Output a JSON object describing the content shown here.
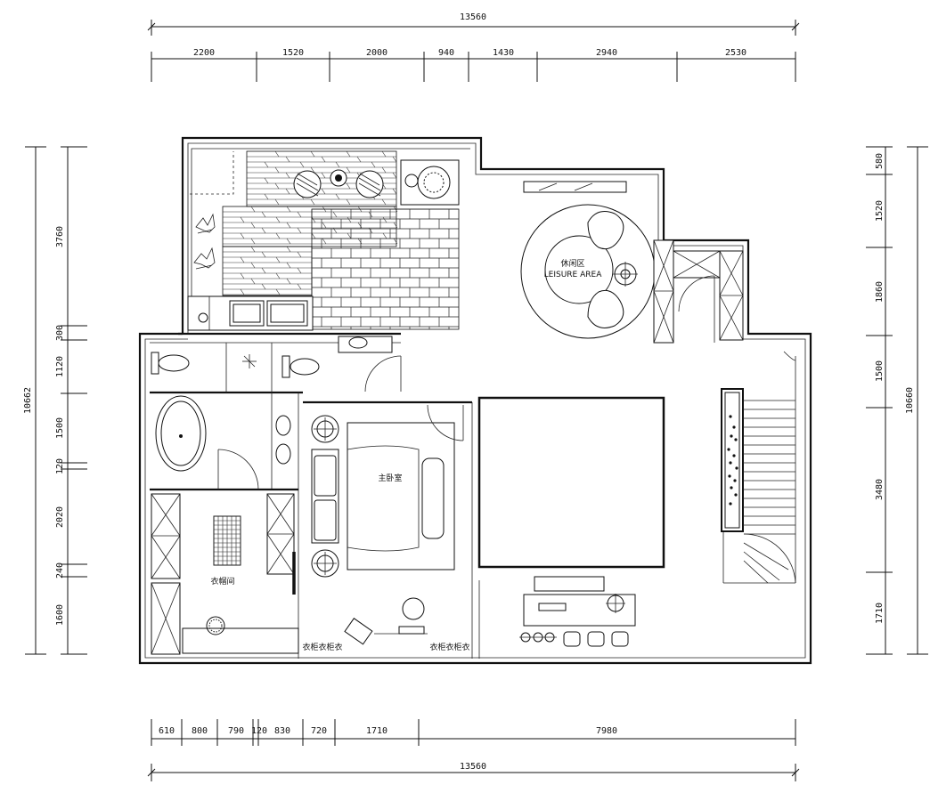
{
  "dimensions": {
    "top_total": "13560",
    "top_segments": [
      "2200",
      "1520",
      "2000",
      "940",
      "1430",
      "2940",
      "2530"
    ],
    "bottom_segments": [
      "610",
      "800",
      "790",
      "120",
      "830",
      "720",
      "1710",
      "7980"
    ],
    "bottom_total": "13560",
    "left_total": "10662",
    "left_segments": [
      "3760",
      "300",
      "1120",
      "1500",
      "120",
      "2020",
      "240",
      "1600"
    ],
    "right_total": "10660",
    "right_segments": [
      "580",
      "1520",
      "1860",
      "1500",
      "3480",
      "1710"
    ]
  },
  "room_labels": {
    "cloakroom": "衣帽间",
    "bedroom_bed": "主卧室",
    "lounge_table": "LEISURE AREA",
    "lounge_table_cn": "休闲区",
    "wardrobe_1": "衣柜衣柜衣",
    "wardrobe_2": "衣柜衣柜衣"
  }
}
